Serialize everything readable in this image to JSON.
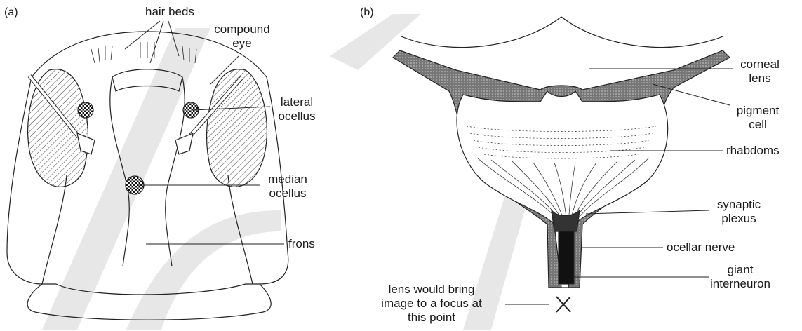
{
  "panels": {
    "a": "(a)",
    "b": "(b)"
  },
  "left_labels": {
    "hair_beds": "hair beds",
    "compound_eye": [
      "compound",
      "eye"
    ],
    "lateral_ocellus": [
      "lateral",
      "ocellus"
    ],
    "median_ocellus": [
      "median",
      "ocellus"
    ],
    "frons": "frons"
  },
  "right_labels": {
    "corneal_lens": [
      "corneal",
      "lens"
    ],
    "pigment_cell": [
      "pigment",
      "cell"
    ],
    "rhabdoms": "rhabdoms",
    "synaptic_plexus": [
      "synaptic",
      "plexus"
    ],
    "ocellar_nerve": "ocellar nerve",
    "giant_interneuron": [
      "giant",
      "interneuron"
    ],
    "focus_note": [
      "lens would bring",
      "image to a focus at",
      "this point"
    ]
  },
  "watermark_color": "#c8c8c8"
}
